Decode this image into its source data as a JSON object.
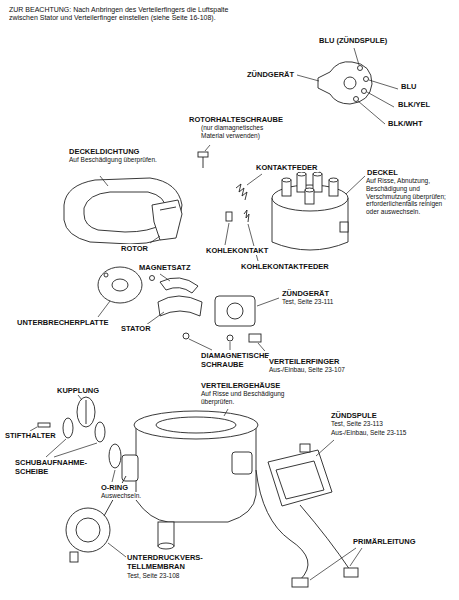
{
  "diagram": {
    "labels": [
      "ZUR BEACHTUNG: Nach Anbringen des Verteilerfingers die Luftspalte zwischen Stator und Verteilerfinger einstellen (siehe Seite 16-108).",
      "BLU (ZÜNDSPULE)",
      "ZÜNDGERÄT",
      "BLU",
      "BLK/YEL",
      "BLK/WHT",
      "ROTORHALTESCHRAUBE",
      "(nur diamagnetisches Material verwenden)",
      "DECKELDICHTUNG",
      "Auf Beschädigung überprüfen.",
      "KONTAKTFEDER",
      "DECKEL",
      "Auf Risse, Abnutzung, Beschädigung und Verschmutzung überprüfen; erforderlichenfalls reinigen oder auswechseln.",
      "ROTOR",
      "KOHLEKONTAKT",
      "MAGNETSATZ",
      "KOHLEKONTAKTFEDER",
      "UNTERBRECHERPLATTE",
      "ZÜNDGERÄT",
      "Test, Seite 23-111",
      "STATOR",
      "DIAMAGNETISCHE SCHRAUBE",
      "VERTEILERFINGER",
      "Aus-/Einbau, Seite 23-107",
      "KUPPLUNG",
      "VERTEILERGEHÄUSE",
      "Auf Risse und Beschädigung überprüfen.",
      "ZÜNDSPULE",
      "Test, Seite 23-113",
      "Aus-/Einbau, Seite 23-115",
      "STIFTHALTER",
      "SCHUBAUFNAHME-SCHEIBE",
      "O-RING",
      "Auswechseln.",
      "UNTERDRUCKVERS-TELLMEMBRAN",
      "Test, Seite 23-108",
      "PRIMÄRLEITUNG"
    ]
  }
}
